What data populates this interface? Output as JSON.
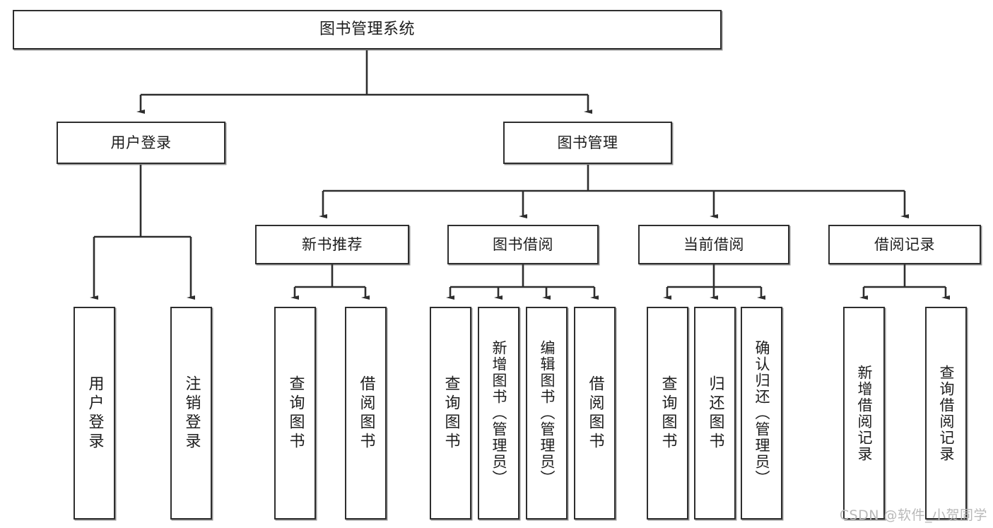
{
  "diagram": {
    "title": "图书管理系统",
    "type": "tree-hierarchy-chart",
    "watermark": "CSDN @软件_小贺同学",
    "colors": {
      "stroke": "#2e2e2e",
      "fill": "#ffffff",
      "text": "#1d1d1d",
      "watermark": "#b9b9b9"
    },
    "nodes": {
      "root": {
        "label": "图书管理系统"
      },
      "level1": [
        {
          "id": "user-login",
          "label": "用户登录"
        },
        {
          "id": "book-manage",
          "label": "图书管理"
        }
      ],
      "level2": [
        {
          "id": "new-book-recommend",
          "label": "新书推荐"
        },
        {
          "id": "book-borrow",
          "label": "图书借阅"
        },
        {
          "id": "current-borrow",
          "label": "当前借阅"
        },
        {
          "id": "borrow-record",
          "label": "借阅记录"
        }
      ],
      "leaves": {
        "user-login": [
          {
            "id": "leaf-user-login",
            "label": "用户登录"
          },
          {
            "id": "leaf-logout-login",
            "label": "注销登录"
          }
        ],
        "new-book-recommend": [
          {
            "id": "leaf-query-book-1",
            "label": "查询图书"
          },
          {
            "id": "leaf-borrow-book-1",
            "label": "借阅图书"
          }
        ],
        "book-borrow": [
          {
            "id": "leaf-query-book-2",
            "label": "查询图书"
          },
          {
            "id": "leaf-add-book",
            "label": "新增图书（管理员）"
          },
          {
            "id": "leaf-edit-book",
            "label": "编辑图书（管理员）"
          },
          {
            "id": "leaf-borrow-book-2",
            "label": "借阅图书"
          }
        ],
        "current-borrow": [
          {
            "id": "leaf-query-book-3",
            "label": "查询图书"
          },
          {
            "id": "leaf-return-book",
            "label": "归还图书"
          },
          {
            "id": "leaf-confirm-return",
            "label": "确认归还（管理员）"
          }
        ],
        "borrow-record": [
          {
            "id": "leaf-add-record",
            "label": "新增借阅记录"
          },
          {
            "id": "leaf-query-record",
            "label": "查询借阅记录"
          }
        ]
      }
    }
  }
}
